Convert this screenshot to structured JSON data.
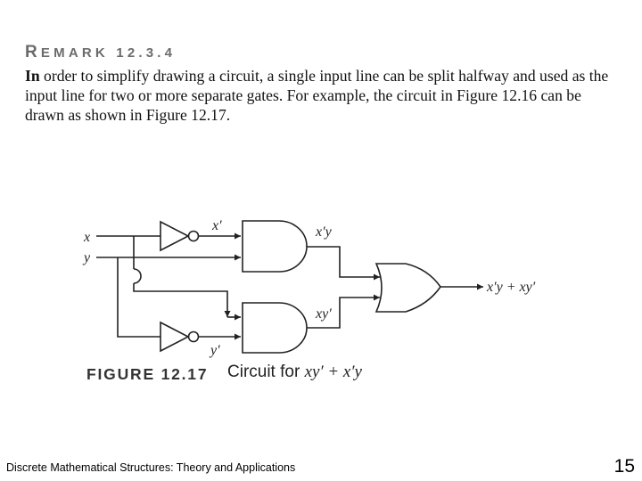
{
  "remark": {
    "heading_initial": "R",
    "heading_rest": "EMARK 12.3.4",
    "body_part1": "In",
    "body_part2": " order to simplify drawing a circuit, a single input line can be split halfway and used as the input line for two or more separate gates. For example, the circuit in Figure 12.16 can be drawn as shown in Figure 12.17."
  },
  "circuit": {
    "input_x": "x",
    "input_y": "y",
    "not_top_output": "x′",
    "not_bottom_output": "y′",
    "and_top_output": "x′y",
    "and_bottom_output": "xy′",
    "or_output": "x′y + xy′"
  },
  "figure": {
    "number": "FIGURE 12.17",
    "caption": "Circuit for ",
    "caption_expression": "xy′ + x′y"
  },
  "footer": {
    "book_title": "Discrete Mathematical Structures: Theory and Applications",
    "page_number": "15"
  }
}
